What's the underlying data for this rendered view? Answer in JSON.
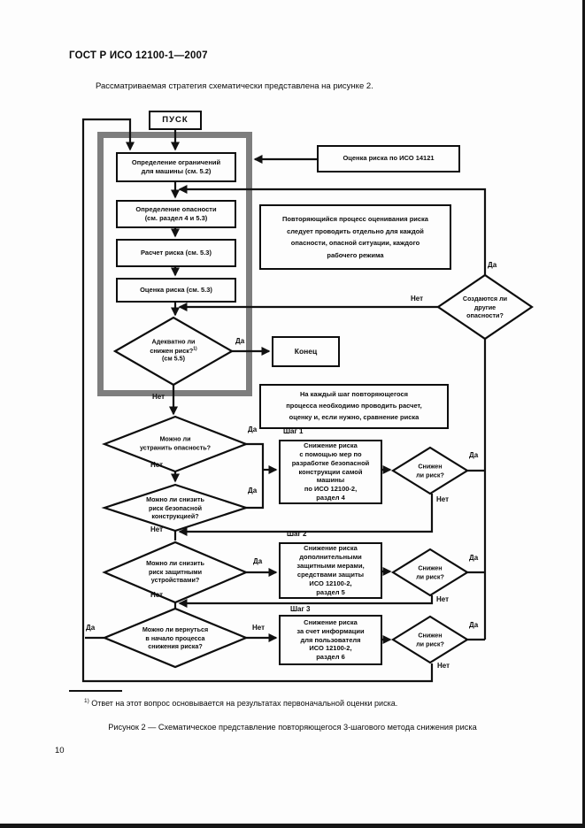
{
  "page": {
    "doc_code": "ГОСТ Р ИСО 12100-1—2007",
    "intro": "Рассматриваемая стратегия схематически представлена на рисунке 2.",
    "footnote_marker": "1)",
    "footnote_text": "Ответ на этот вопрос основывается на результатах первоначальной оценки риска.",
    "figure_caption": "Рисунок 2 — Схематическое представление повторяющегося 3-шагового метода снижения риска",
    "page_number": "10"
  },
  "labels": {
    "yes": "Да",
    "no": "Нет"
  },
  "flowchart": {
    "start": "ПУСК",
    "process": {
      "limits": "Определение ограничений\nдля машины (см. 5.2)",
      "hazard": "Определение опасности\n(см. раздел 4 и 5.3)",
      "calc": "Расчет риска (см. 5.3)",
      "eval": "Оценка риска (см. 5.3)",
      "end": "Конец"
    },
    "side": {
      "iso14121": "Оценка риска по ИСО 14121",
      "note_iteration": "Повторяющийся процесс оценивания риска\nследует проводить отдельно для каждой\nопасности, опасной ситуации, каждого\nрабочего режима",
      "note_each_step": "На каждый шаг повторяющегося\nпроцесса необходимо проводить расчет,\nоценку и, если нужно, сравнение риска"
    },
    "decisions": {
      "adequate_top": "Адекватно ли\nснижен риск?",
      "adequate_sup": "1)",
      "adequate_bottom": "\n(см 5.5)",
      "other_hazards": "Создаются ли\nдругие\nопасности?",
      "can_remove": "Можно ли\nустранить опасность?",
      "can_design": "Можно ли снизить\nриск безопасной\nконструкцией?",
      "can_guard": "Можно ли снизить\nриск защитными\nустройствами?",
      "can_return": "Можно ли вернуться\nв начало процесса\nснижения риска?",
      "risk_reduced": "Снижен\nли риск?"
    },
    "steps": {
      "step1_label": "Шаг 1",
      "step1": "Снижение риска\nс помощью мер по\nразработке безопасной\nконструкции самой\nмашины\nпо ИСО 12100-2,\nраздел 4",
      "step2_label": "Шаг 2",
      "step2": "Снижение риска\nдополнительными\nзащитными мерами,\nсредствами защиты\nИСО 12100-2,\nраздел 5",
      "step3_label": "Шаг 3",
      "step3": "Снижение риска\nза счет информации\nдля пользователя\nИСО 12100-2,\nраздел 6"
    }
  }
}
